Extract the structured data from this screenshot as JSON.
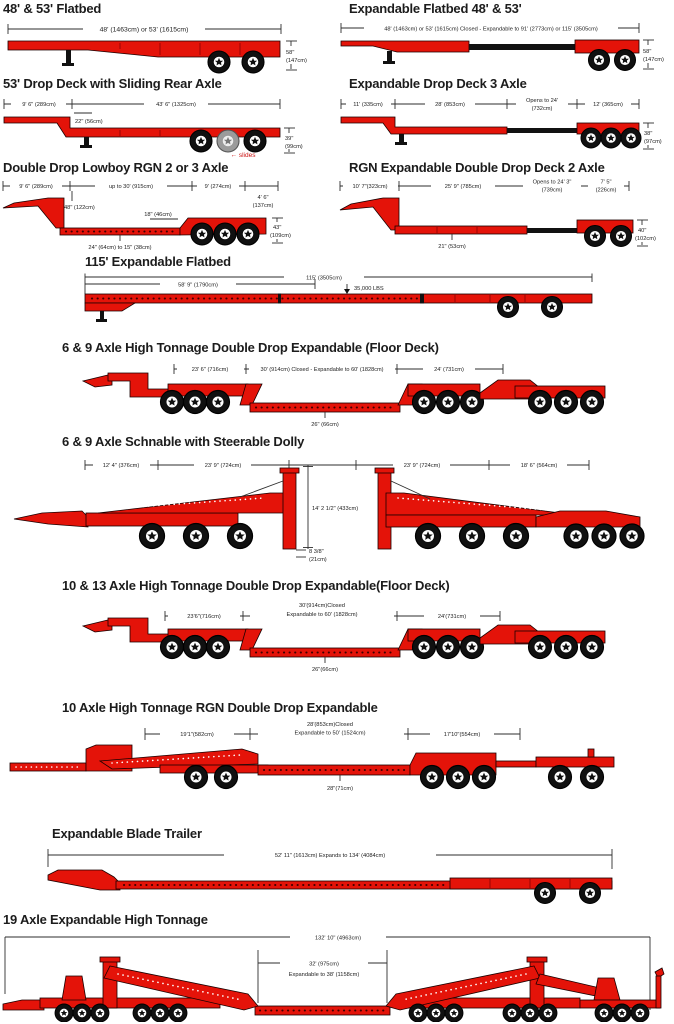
{
  "colors": {
    "trailer": "#e41309",
    "outline": "#1a0000",
    "dimension": "#2e2e2e",
    "note": "#cc1111",
    "background": "#ffffff"
  },
  "diagrams": {
    "flatbed": {
      "title": "48' & 53' Flatbed",
      "dims": {
        "length": "48' (1463cm) or 53' (1615cm)",
        "h1": "58\"",
        "h2": "(147cm)"
      }
    },
    "expFlatbed": {
      "title": "Expandable Flatbed 48' & 53'",
      "dims": {
        "length": "48' (1463cm) or 53' (1615cm) Closed - Expandable to 91' (2773cm) or 115' (3505cm)",
        "h1": "58\"",
        "h2": "(147cm)"
      }
    },
    "dropDeck": {
      "title": "53' Drop Deck with Sliding Rear Axle",
      "dims": {
        "front": "9' 6\" (289cm)",
        "deck": "43' 6\" (1325cm)",
        "step": "22\" (56cm)",
        "h1": "39\"",
        "h2": "(99cm)",
        "slides": "← slides"
      }
    },
    "expDropDeck": {
      "title": "Expandable Drop Deck 3 Axle",
      "dims": {
        "front": "11' (335cm)",
        "deck": "28' (853cm)",
        "opens1": "Opens to 24'",
        "opens2": "(732cm)",
        "rear": "12' (365cm)",
        "h1": "38\"",
        "h2": "(97cm)"
      }
    },
    "lowboy": {
      "title": "Double Drop Lowboy RGN 2 or 3 Axle",
      "dims": {
        "front": "9' 6\" (289cm)",
        "well": "up to 30' (915cm)",
        "rear": "9' (274cm)",
        "tail1": "4' 6\"",
        "tail2": "(137cm)",
        "neck": "48\" (122cm)",
        "step": "18\" (46cm)",
        "clear": "24\" (64cm) to 15\" (38cm)",
        "h1": "43\"",
        "h2": "(109cm)"
      }
    },
    "rgn2": {
      "title": "RGN Expandable Double Drop Deck 2  Axle",
      "dims": {
        "front": "10' 7\"(323cm)",
        "well": "25' 9\" (785cm)",
        "opens1": "Opens to 24' 3\"",
        "opens2": "(739cm)",
        "rear1": "7' 5\"",
        "rear2": "(226cm)",
        "deckh": "21\" (53cm)",
        "h1": "40\"",
        "h2": "(102cm)"
      }
    },
    "flatbed115": {
      "title": "115' Expandable Flatbed",
      "dims": {
        "total": "115' (3505cm)",
        "closed": "58' 9\" (1790cm)",
        "weight": "35,000 LBS"
      }
    },
    "sixNine": {
      "title": "6 & 9 Axle High Tonnage Double Drop Expandable (Floor Deck)",
      "dims": {
        "front": "23' 6\" (716cm)",
        "well": "30' (914cm) Closed - Expandable to 60' (1828cm)",
        "rear": "24' (731cm)",
        "deckh": "26\" (66cm)"
      }
    },
    "schnable": {
      "title": "6 & 9 Axle Schnable with Steerable Dolly",
      "dims": {
        "d1": "12' 4\" (376cm)",
        "d2": "23' 9\" (724cm)",
        "d3": "23' 9\" (724cm)",
        "d4": "18' 6\" (564cm)",
        "height": "14' 2 1/2\" (433cm)",
        "gap1": "8 3/8\"",
        "gap2": "(21cm)"
      }
    },
    "tenThirteen": {
      "title": "10 & 13 Axle High Tonnage Double Drop Expandable(Floor Deck)",
      "dims": {
        "front": "23'6\"(716cm)",
        "well1": "30'(914cm)Closed",
        "well2": "Expandable to 60' (1828cm)",
        "rear": "24'(731cm)",
        "deckh": "26\"(66cm)"
      }
    },
    "tenAxle": {
      "title": "10 Axle High Tonnage RGN Double Drop Expandable",
      "dims": {
        "front": "19'1\"(582cm)",
        "well1": "28'(853cm)Closed",
        "well2": "Expandable to 50' (1524cm)",
        "rear": "17'10\"(554cm)",
        "deckh": "28\"(71cm)"
      }
    },
    "blade": {
      "title": "Expandable Blade Trailer",
      "dims": {
        "length": "52' 11\" (1613cm)  Expands to 134' (4084cm)"
      }
    },
    "nineteen": {
      "title": "19 Axle Expandable High Tonnage",
      "dims": {
        "total": "132' 10\" (4963cm)",
        "center": "32' (975cm)",
        "expand": "Expandable to 38' (1158cm)"
      }
    }
  }
}
